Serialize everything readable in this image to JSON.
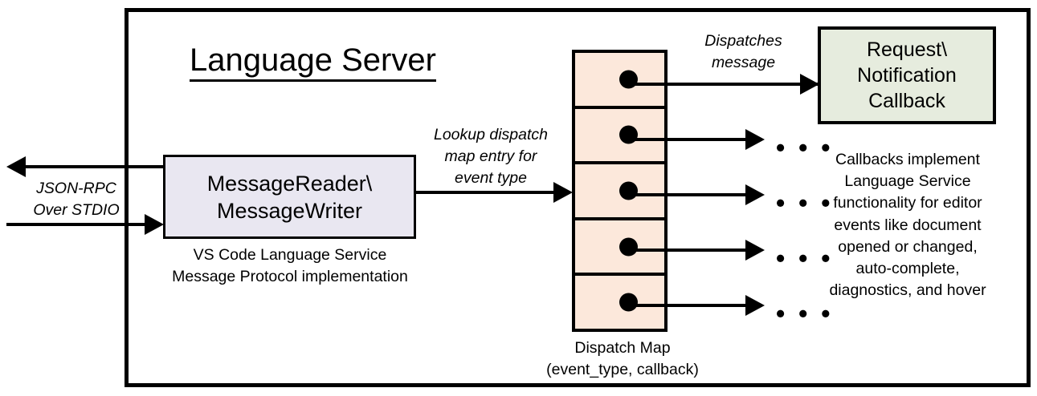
{
  "diagram": {
    "title": "Language Server",
    "container_border_color": "#000000",
    "background": "#ffffff"
  },
  "reader_writer": {
    "line1": "MessageReader\\",
    "line2": "MessageWriter",
    "fill_color": "#e9e7f1",
    "caption_line1": "VS Code Language Service",
    "caption_line2": "Message Protocol implementation"
  },
  "transport": {
    "label_line1": "JSON-RPC",
    "label_line2": "Over STDIO"
  },
  "lookup": {
    "label_line1": "Lookup dispatch",
    "label_line2": "map entry for",
    "label_line3": "event type"
  },
  "dispatches": {
    "label_line1": "Dispatches",
    "label_line2": "message"
  },
  "dispatch_map": {
    "fill_color": "#fce8db",
    "caption_line1": "Dispatch Map",
    "caption_line2": "(event_type, callback)",
    "cells": [
      {
        "id": "cell-1",
        "dot": "callback-dot"
      },
      {
        "id": "cell-2",
        "dot": "callback-dot"
      },
      {
        "id": "cell-3",
        "dot": "callback-dot"
      },
      {
        "id": "cell-4",
        "dot": "callback-dot"
      },
      {
        "id": "cell-5",
        "dot": "callback-dot"
      }
    ]
  },
  "callback": {
    "line1": "Request\\",
    "line2": "Notification",
    "line3": "Callback",
    "fill_color": "#e6ecde",
    "description_lines": [
      "Callbacks implement",
      "Language Service",
      "functionality for editor",
      "events like document",
      "opened or changed,",
      "auto-complete,",
      "diagnostics, and hover"
    ]
  },
  "ellipses": {
    "glyph": "• • •",
    "count": 4
  }
}
